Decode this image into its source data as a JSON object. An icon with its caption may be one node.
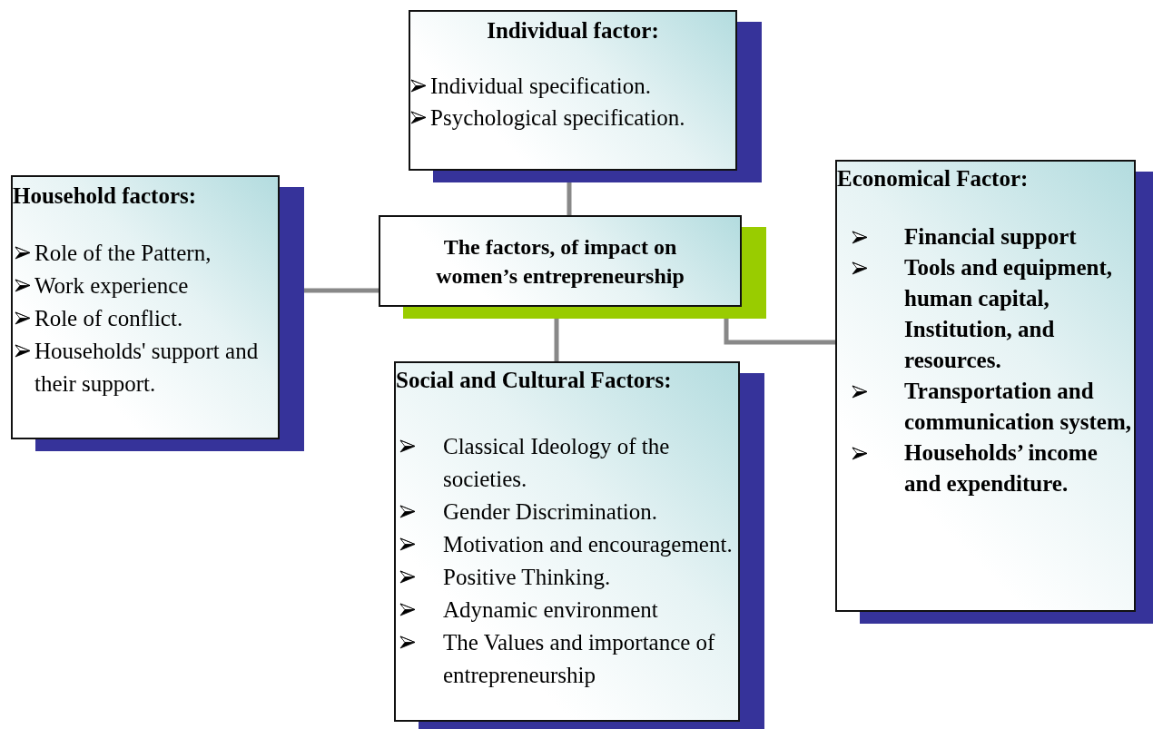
{
  "diagram": {
    "nodes": [
      {
        "text": [
          "The factors, of impact on women’s entrepreneurship"
        ]
      },
      {
        "text": [
          "Individual factor:",
          "Individual specification.",
          "Psychological specification."
        ]
      },
      {
        "text": [
          "Household factors:",
          "Role of the Pattern,",
          "Work experience",
          "Role of conflict.",
          "Households' support and their support."
        ]
      },
      {
        "text": [
          "Social and Cultural Factors:",
          "Classical Ideology of the societies.",
          "Gender Discrimination.",
          "Motivation and encouragement.",
          "Positive Thinking.",
          "Adynamic environment",
          "The Values and importance of entrepreneurship"
        ]
      },
      {
        "text": [
          "Economical Factor:",
          "Financial support",
          "Tools and equipment, human capital, Institution, and resources.",
          "Transportation and communication system,",
          "Households’ income and expenditure."
        ]
      }
    ],
    "edges": [
      {
        "from": 0,
        "to": 1,
        "arrow": "none"
      },
      {
        "from": 0,
        "to": 2,
        "arrow": "none"
      },
      {
        "from": 0,
        "to": 3,
        "arrow": "none"
      },
      {
        "from": 0,
        "to": 4,
        "arrow": "none"
      }
    ]
  }
}
